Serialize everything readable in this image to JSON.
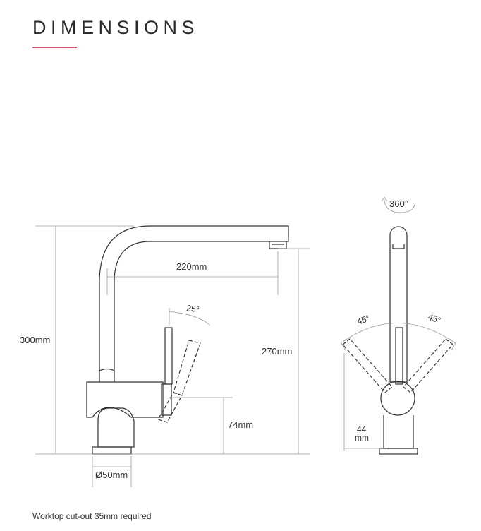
{
  "header": {
    "title": "DIMENSIONS"
  },
  "colors": {
    "accent": "#c8506e",
    "line": "#333333",
    "dim": "#9a9a9a"
  },
  "dimensions": {
    "overall_height": "300mm",
    "spout_reach": "220mm",
    "spout_height": "270mm",
    "base_to_lever": "74mm",
    "base_diameter": "Ø50mm",
    "lever_tilt": "25°",
    "swivel": "360°",
    "lever_left": "45°",
    "lever_right": "45°",
    "side_base_value": "44",
    "side_base_unit": "mm"
  },
  "footer": {
    "note": "Worktop cut-out 35mm required"
  }
}
